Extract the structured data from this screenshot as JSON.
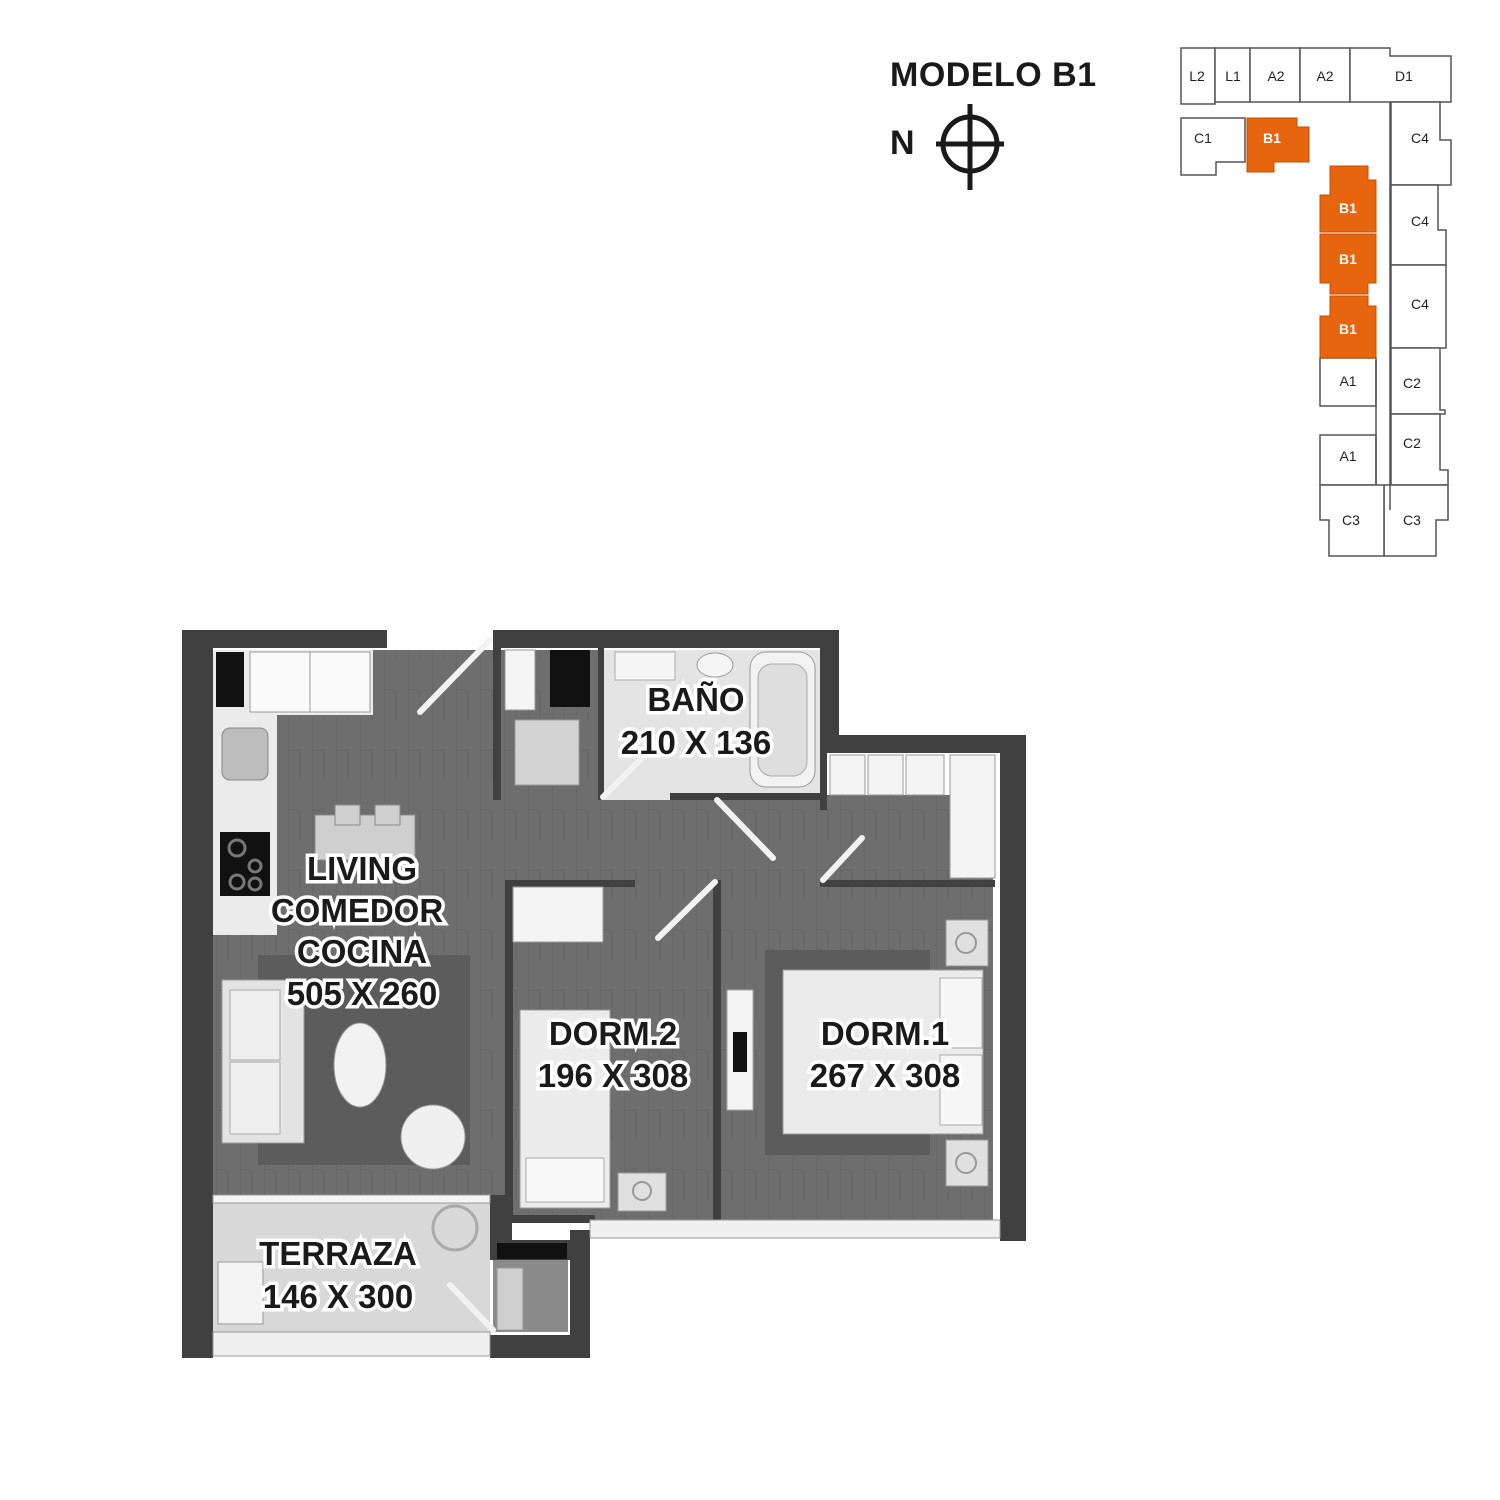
{
  "header": {
    "title": "MODELO B1",
    "north_label": "N"
  },
  "site_plan": {
    "highlight_color": "#e8650f",
    "units": {
      "l2": "L2",
      "l1": "L1",
      "a2a": "A2",
      "a2b": "A2",
      "d1": "D1",
      "c1": "C1",
      "b1top": "B1",
      "c4a": "C4",
      "c4b": "C4",
      "c4c": "C4",
      "b1a": "B1",
      "b1b": "B1",
      "b1c": "B1",
      "a1a": "A1",
      "a1b": "A1",
      "c2a": "C2",
      "c2b": "C2",
      "c3a": "C3",
      "c3b": "C3"
    }
  },
  "rooms": {
    "living": {
      "l1": "LIVING",
      "l2": "COMEDOR",
      "l3": "COCINA",
      "dims": "505 X 260"
    },
    "bano": {
      "name": "BAÑO",
      "dims": "210 X 136"
    },
    "dorm2": {
      "name": "DORM.2",
      "dims": "196 X 308"
    },
    "dorm1": {
      "name": "DORM.1",
      "dims": "267 X 308"
    },
    "terraza": {
      "name": "TERRAZA",
      "dims": "146 X 300"
    }
  }
}
